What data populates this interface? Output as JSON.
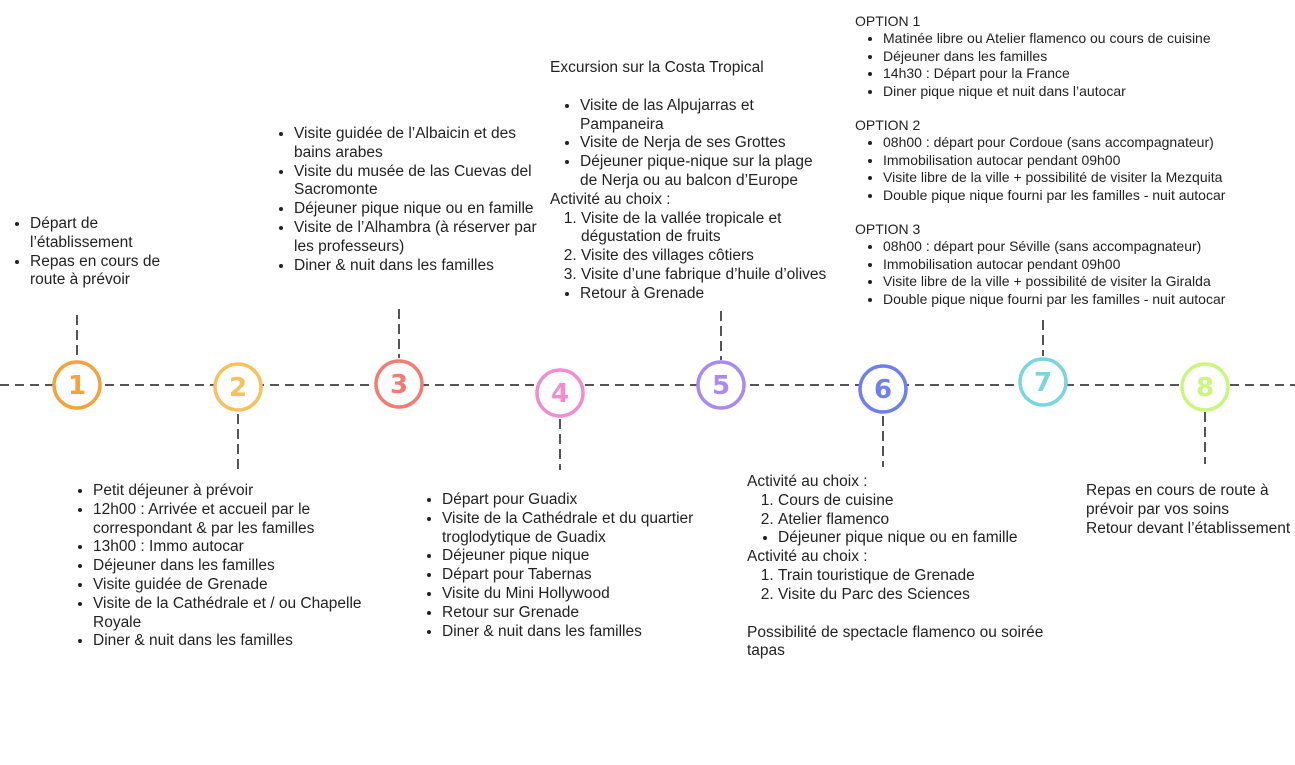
{
  "steps": [
    {
      "number": "1",
      "color": "#f7a13a"
    },
    {
      "number": "2",
      "color": "#f9c15e"
    },
    {
      "number": "3",
      "color": "#f47a72"
    },
    {
      "number": "4",
      "color": "#f28ccf"
    },
    {
      "number": "5",
      "color": "#a98af3"
    },
    {
      "number": "6",
      "color": "#6f7ff2"
    },
    {
      "number": "7",
      "color": "#79d5e0"
    },
    {
      "number": "8",
      "color": "#c9f77e"
    }
  ],
  "day1": {
    "items": [
      "Départ de l’établissement",
      "Repas en cours de route à prévoir"
    ]
  },
  "day2": {
    "items": [
      "Petit déjeuner à prévoir",
      "12h00 : Arrivée et accueil par le correspondant & par les familles",
      "13h00 : Immo autocar",
      "Déjeuner dans les familles",
      "Visite guidée de Grenade",
      "Visite de la Cathédrale et / ou Chapelle Royale",
      "Diner & nuit dans les familles"
    ]
  },
  "day3": {
    "items": [
      "Visite guidée de l’Albaicin et des bains arabes",
      "Visite du musée de las Cuevas del Sacromonte",
      "Déjeuner pique nique ou en famille",
      "Visite de l’Alhambra (à réserver par les professeurs)",
      "Diner & nuit dans les familles"
    ]
  },
  "day4": {
    "items": [
      "Départ pour Guadix",
      "Visite de la Cathédrale et du quartier troglodytique de Guadix",
      "Déjeuner pique nique",
      "Départ pour Tabernas",
      "Visite du Mini Hollywood",
      "Retour sur Grenade",
      "Diner & nuit dans les familles"
    ]
  },
  "day5": {
    "title": "Excursion sur la Costa Tropical",
    "items": [
      "Visite de las Alpujarras et Pampaneira",
      "Visite de Nerja de ses Grottes",
      "Déjeuner pique-nique sur la plage de Nerja ou au balcon d’Europe"
    ],
    "choice_label": "Activité au choix :",
    "choices": [
      "Visite de la vallée tropicale et dégustation de fruits",
      "Visite des villages côtiers",
      "Visite d’une fabrique d’huile d’olives"
    ],
    "last_item": "Retour à Grenade"
  },
  "day6": {
    "choice1_label": "Activité au choix :",
    "choice1": [
      "Cours de cuisine",
      "Atelier flamenco"
    ],
    "choice1_extra": "Déjeuner pique nique ou en famille",
    "choice2_label": "Activité au choix :",
    "choice2": [
      "Train touristique de Grenade",
      "Visite du Parc des Sciences"
    ],
    "note": "Possibilité de spectacle flamenco ou soirée tapas"
  },
  "day7": {
    "options": [
      {
        "title": "OPTION 1",
        "items": [
          "Matinée libre ou Atelier flamenco ou cours de cuisine",
          "Déjeuner dans les familles",
          "14h30 : Départ pour la France",
          "Diner pique nique et nuit dans l’autocar"
        ]
      },
      {
        "title": "OPTION 2",
        "items": [
          "08h00 : départ pour Cordoue (sans accompagnateur)",
          "Immobilisation autocar pendant 09h00",
          "Visite libre de la ville + possibilité de visiter la Mezquita",
          "Double pique nique fourni par les familles - nuit autocar"
        ]
      },
      {
        "title": "OPTION 3",
        "items": [
          "08h00 : départ pour Séville (sans accompagnateur)",
          "Immobilisation autocar pendant 09h00",
          "Visite libre de la ville + possibilité de visiter la Giralda",
          "Double pique nique fourni par les familles - nuit autocar"
        ]
      }
    ]
  },
  "day8": {
    "lines": [
      "Repas en cours de route à prévoir par vos soins",
      "Retour devant l’établissement"
    ]
  }
}
